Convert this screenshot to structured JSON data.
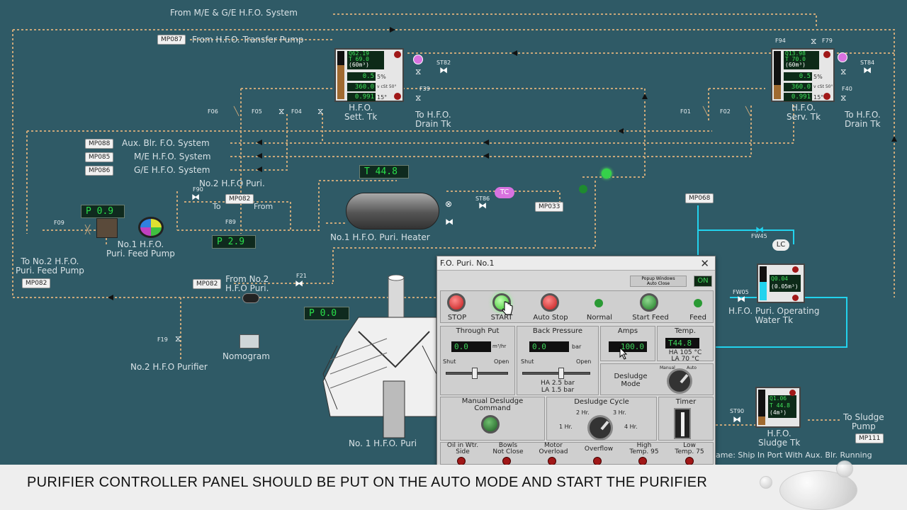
{
  "top": {
    "me_ge_system": "From M/E & G/E H.F.O. System",
    "transfer_pump": "From H.F.O. Transfer Pump",
    "mp087": "MP087"
  },
  "sett_tank": {
    "name": "H.F.O.\nSett. Tk",
    "q": "Q62.19",
    "t": "T 69.0",
    "vol": "(60m³)",
    "v1": "0.5",
    "v2": "360.0",
    "v3": "0.991",
    "s1": "5%",
    "s2": "v cSt 50°",
    "s3": "15°"
  },
  "serv_tank": {
    "name": "H.F.O.\nServ. Tk",
    "q": "Q13.98",
    "t": "T 70.0",
    "vol": "(60m³)",
    "v1": "0.5",
    "v2": "360.0",
    "v3": "0.991",
    "s1": "5%",
    "s2": "v cSt 50°",
    "s3": "15°"
  },
  "drain1": "To H.F.O.\nDrain Tk",
  "drain2": "To H.F.O.\nDrain Tk",
  "valves": {
    "st82": "ST82",
    "f39": "F39",
    "f94": "F94",
    "f79": "F79",
    "st84": "ST84",
    "f40": "F40",
    "f06": "F06",
    "f05": "F05",
    "f04": "F04",
    "f01": "F01",
    "f02": "F02",
    "f90": "F90",
    "f89": "F89",
    "f09": "F09",
    "st86": "ST86",
    "f21": "F21",
    "f19": "F19",
    "fw45": "FW45",
    "fw05": "FW05",
    "st90": "ST90"
  },
  "systems": [
    {
      "tag": "MP088",
      "label": "Aux. Blr. F.O. System"
    },
    {
      "tag": "MP085",
      "label": "M/E H.F.O. System"
    },
    {
      "tag": "MP086",
      "label": "G/E H.F.O. System"
    }
  ],
  "temp_display": "T   44.8",
  "no2_puri": {
    "title": "No.2 H.F.O Puri.",
    "to": "To",
    "from": "From",
    "tag": "MP082"
  },
  "feed_pump": {
    "pressure": "P   0.9",
    "name": "No.1 H.F.O.\nPuri. Feed Pump",
    "p2": "P   2.9"
  },
  "to_no2_feed": {
    "label": "To No.2 H.F.O.\nPuri. Feed Pump",
    "tag": "MP082"
  },
  "heater": {
    "name": "No.1 H.F.O. Puri. Heater",
    "tc": "TC",
    "tag": "MP033"
  },
  "from_no2": {
    "label": "From No.2\nH.F.O Puri.",
    "tag": "MP082"
  },
  "p_zero": "P   0.0",
  "nomogram": "Nomogram",
  "no2_purifier": "No.2 H.F.O Purifier",
  "no1_purifier": "No. 1 H.F.O. Puri",
  "mp068": "MP068",
  "op_water_tank": {
    "name": "H.F.O. Puri. Operating\nWater Tk",
    "q": "Q0.04",
    "vol": "(0.05m³)",
    "lc": "LC"
  },
  "sludge_tank": {
    "name": "H.F.O.\nSludge Tk",
    "q": "Q1.06",
    "t": "T 44.8",
    "vol": "(4m³)"
  },
  "sludge_pump": {
    "label": "To Sludge\nPump",
    "tag": "MP111"
  },
  "status_line": "ame: Ship In Port With Aux. Blr. Running",
  "panel": {
    "title": "F.O. Puri. No.1",
    "popup_label": "Popup Windows\nAuto Close",
    "popup_state": "ON",
    "buttons": [
      "STOP",
      "START",
      "Auto Stop",
      "Normal",
      "Start Feed",
      "Feed"
    ],
    "throughput": {
      "label": "Through Put",
      "value": "0.0",
      "unit": "m³/hr",
      "shut": "Shut",
      "open": "Open"
    },
    "back_pressure": {
      "label": "Back Pressure",
      "value": "0.0",
      "unit": "bar",
      "shut": "Shut",
      "open": "Open",
      "ha": "HA 2.5 bar",
      "la": "LA 1.5 bar"
    },
    "amps": {
      "label": "Amps",
      "value": "100.0"
    },
    "temp": {
      "label": "Temp.",
      "value": "T44.8",
      "ha": "HA 105 °C",
      "la": "LA 70 °C"
    },
    "desludge_mode": {
      "label": "Desludge\nMode",
      "manual": "Manual",
      "auto": "Auto"
    },
    "manual_desludge": "Manual Desludge\nCommand",
    "desludge_cycle": {
      "label": "Desludge Cycle",
      "h1": "1 Hr.",
      "h2": "2 Hr.",
      "h3": "3 Hr.",
      "h4": "4 Hr."
    },
    "timer": "Timer",
    "alarms": [
      "Oil in Wtr.\nSide",
      "Bowls\nNot Close",
      "Motor\nOverload",
      "Overflow",
      "High\nTemp. 95",
      "Low\nTemp. 75"
    ]
  },
  "caption": "PURIFIER CONTROLLER PANEL SHOULD BE PUT ON THE AUTO MODE AND START THE PURIFIER",
  "colors": {
    "background": "#2f5a66",
    "pipe": "#c9a77a",
    "water_pipe": "#22d3ee",
    "lamp_green": "#35c24a",
    "lamp_red": "#d22"
  }
}
